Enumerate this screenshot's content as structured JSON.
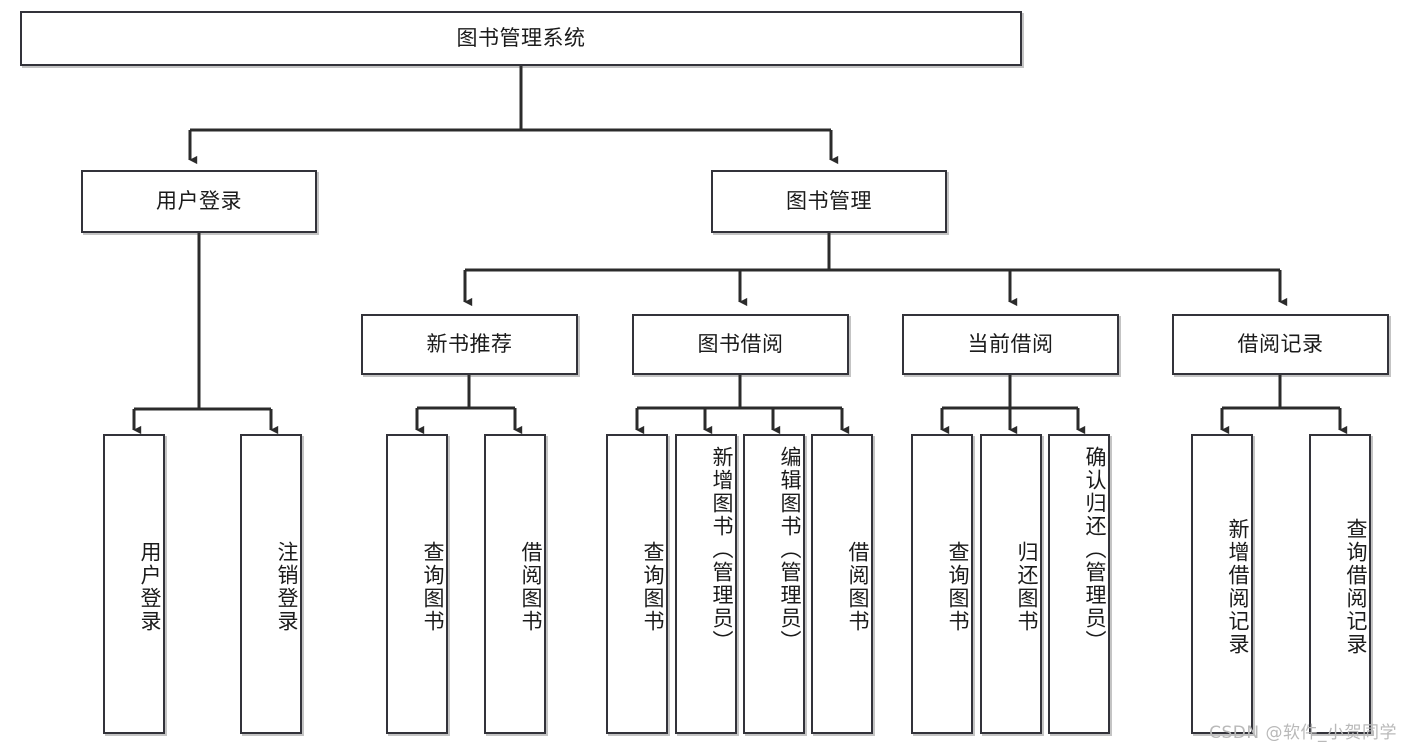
{
  "diagram": {
    "type": "tree-hierarchy",
    "title": "图书管理系统",
    "watermark": "CSDN @软件_小贺同学",
    "colors": {
      "node_border": "#33333a",
      "node_fill": "#ffffff",
      "edge": "#2b2b2b",
      "text": "#1b1b1b",
      "watermark": "#b9b9b9",
      "background": "#ffffff"
    },
    "root": {
      "label": "图书管理系统"
    },
    "level2": [
      {
        "label": "用户登录"
      },
      {
        "label": "图书管理"
      }
    ],
    "level3": [
      {
        "label": "新书推荐"
      },
      {
        "label": "图书借阅"
      },
      {
        "label": "当前借阅"
      },
      {
        "label": "借阅记录"
      }
    ],
    "leaves": {
      "user_login": [
        {
          "label": "用户登录"
        },
        {
          "label": "注销登录"
        }
      ],
      "new_book": [
        {
          "label": "查询图书"
        },
        {
          "label": "借阅图书"
        }
      ],
      "book_borrow": [
        {
          "label": "查询图书"
        },
        {
          "label": "新增图书（管理员）"
        },
        {
          "label": "编辑图书（管理员）"
        },
        {
          "label": "借阅图书"
        }
      ],
      "current_borrow": [
        {
          "label": "查询图书"
        },
        {
          "label": "归还图书"
        },
        {
          "label": "确认归还（管理员）"
        }
      ],
      "borrow_record": [
        {
          "label": "新增借阅记录"
        },
        {
          "label": "查询借阅记录"
        }
      ]
    }
  }
}
